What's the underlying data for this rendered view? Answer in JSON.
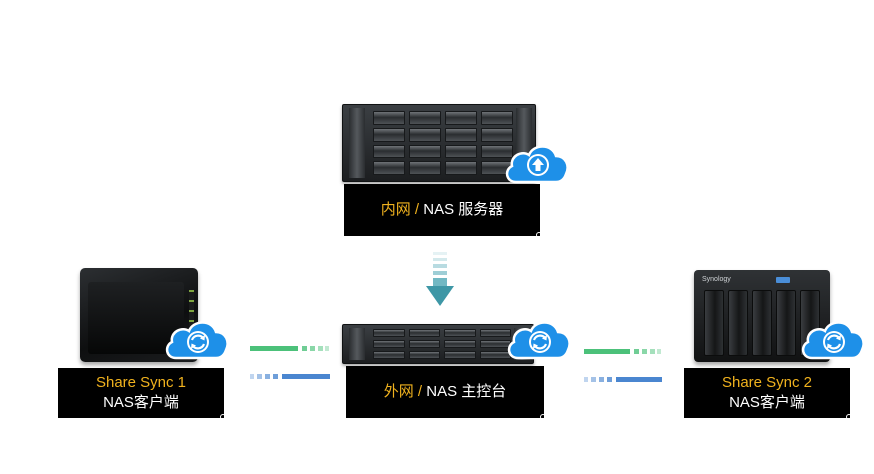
{
  "colors": {
    "label_bg": "#000000",
    "label_text": "#ffffff",
    "highlight": "#f0b21e",
    "cloud_blue": "#1e90e8",
    "link_green": "#4cc17a",
    "link_blue": "#4a86d0",
    "arrow_teal": "#4ea6b4"
  },
  "server": {
    "label_prefix": "内网",
    "label_sep": " / ",
    "label_main": "NAS 服务器",
    "cloud_icon": "cloud-upload-icon"
  },
  "console": {
    "label_prefix": "外网",
    "label_sep": " / ",
    "label_main": "NAS 主控台",
    "cloud_icon": "cloud-sync-icon"
  },
  "client1": {
    "title": "Share Sync 1",
    "subtitle": "NAS客户端",
    "cloud_icon": "cloud-sync-icon"
  },
  "client2": {
    "title": "Share Sync 2",
    "subtitle": "NAS客户端",
    "cloud_icon": "cloud-sync-icon",
    "brand": "Synology"
  }
}
